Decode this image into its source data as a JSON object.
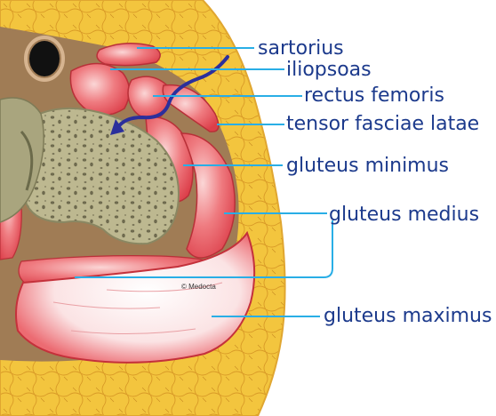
{
  "labels": {
    "sartorius": "sartorius",
    "iliopsoas": "iliopsoas",
    "rectus_femoris": "rectus femoris",
    "tensor_fasciae_latae": "tensor fasciae latae",
    "gluteus_minimus": "gluteus minimus",
    "gluteus_medius": "gluteus medius",
    "gluteus_maximus": "gluteus maximus"
  },
  "watermark": "© Medocta",
  "colors": {
    "label_text": "#1c3a8c",
    "leader_line": "#29aee6",
    "arrow": "#2b2f9c",
    "fat": "#f2c23c",
    "muscle": "#e9505a",
    "bone": "#b8b38a",
    "connective": "#9a7850"
  }
}
